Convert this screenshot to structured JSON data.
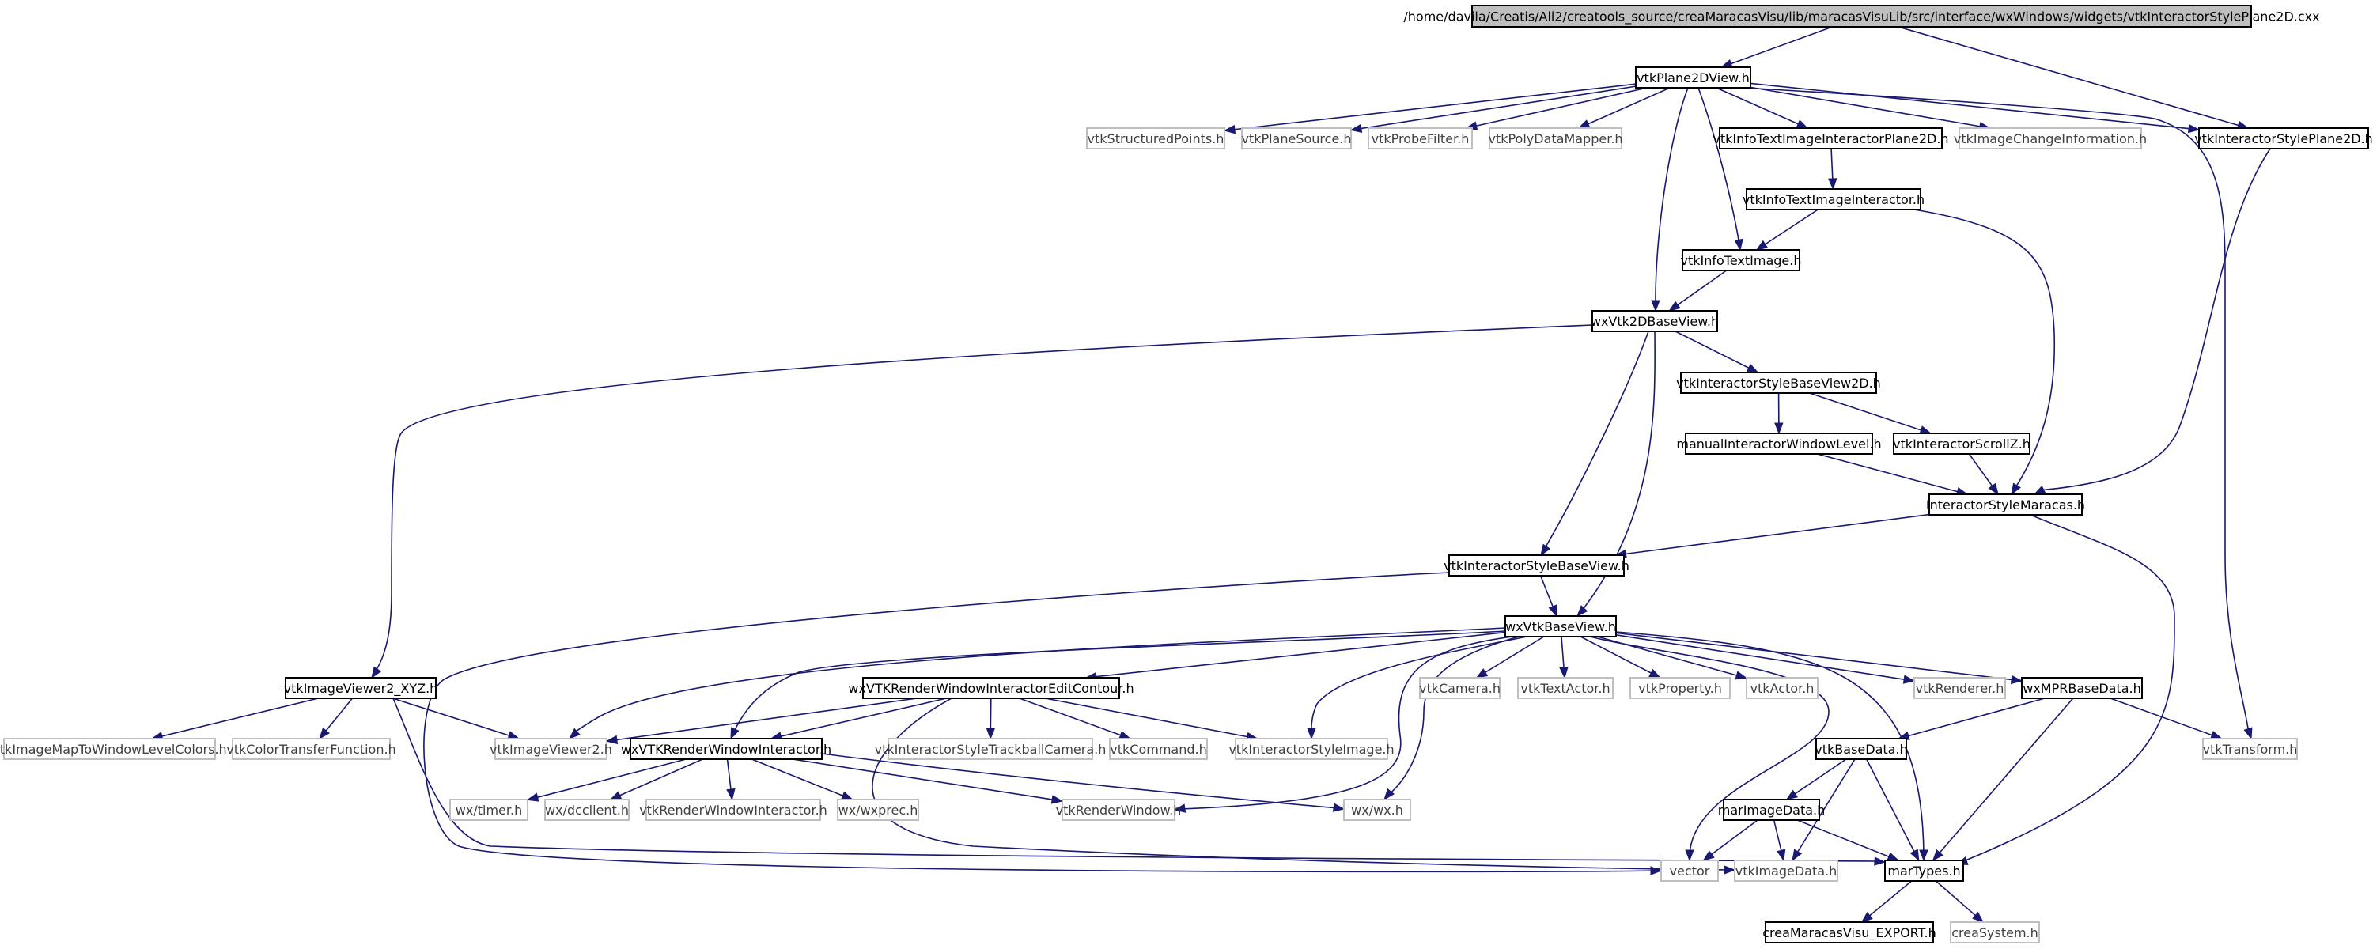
{
  "colors": {
    "edge": "#191970",
    "node_border": "#000000",
    "external_border": "#bfbfbf",
    "external_text": "#404040",
    "root_fill": "#bfbfbf",
    "node_fill": "#ffffff"
  },
  "nodes": [
    {
      "id": "root",
      "label": "/home/davila/Creatis/All2/creatools_source/creaMaracasVisu/lib/maracasVisuLib/src/interface/wxWindows/widgets/vtkInteractorStylePlane2D.cxx",
      "kind": "root"
    },
    {
      "id": "vtkPlane2DView",
      "label": "vtkPlane2DView.h",
      "kind": "internal"
    },
    {
      "id": "vtkStructuredPoints",
      "label": "vtkStructuredPoints.h",
      "kind": "external"
    },
    {
      "id": "vtkPlaneSource",
      "label": "vtkPlaneSource.h",
      "kind": "external"
    },
    {
      "id": "vtkProbeFilter",
      "label": "vtkProbeFilter.h",
      "kind": "external"
    },
    {
      "id": "vtkPolyDataMapper",
      "label": "vtkPolyDataMapper.h",
      "kind": "external"
    },
    {
      "id": "vtkInfoTextImageInteractorPlane2D",
      "label": "vtkInfoTextImageInteractorPlane2D.h",
      "kind": "internal"
    },
    {
      "id": "vtkImageChangeInformation",
      "label": "vtkImageChangeInformation.h",
      "kind": "external"
    },
    {
      "id": "vtkInteractorStylePlane2D",
      "label": "vtkInteractorStylePlane2D.h",
      "kind": "internal"
    },
    {
      "id": "vtkInfoTextImageInteractor",
      "label": "vtkInfoTextImageInteractor.h",
      "kind": "internal"
    },
    {
      "id": "vtkInfoTextImage",
      "label": "vtkInfoTextImage.h",
      "kind": "internal"
    },
    {
      "id": "wxVtk2DBaseView",
      "label": "wxVtk2DBaseView.h",
      "kind": "internal"
    },
    {
      "id": "vtkInteractorStyleBaseView2D",
      "label": "vtkInteractorStyleBaseView2D.h",
      "kind": "internal"
    },
    {
      "id": "manualInteractorWindowLevel",
      "label": "manualInteractorWindowLevel.h",
      "kind": "internal"
    },
    {
      "id": "vtkInteractorScrollZ",
      "label": "vtkInteractorScrollZ.h",
      "kind": "internal"
    },
    {
      "id": "InteractorStyleMaracas",
      "label": "InteractorStyleMaracas.h",
      "kind": "internal"
    },
    {
      "id": "vtkInteractorStyleBaseView",
      "label": "vtkInteractorStyleBaseView.h",
      "kind": "internal"
    },
    {
      "id": "wxVtkBaseView",
      "label": "wxVtkBaseView.h",
      "kind": "internal"
    },
    {
      "id": "vtkImageViewer2_XYZ",
      "label": "vtkImageViewer2_XYZ.h",
      "kind": "internal"
    },
    {
      "id": "wxVTKRenderWindowInteractorEditContour",
      "label": "wxVTKRenderWindowInteractorEditContour.h",
      "kind": "internal"
    },
    {
      "id": "vtkCamera",
      "label": "vtkCamera.h",
      "kind": "external"
    },
    {
      "id": "vtkTextActor",
      "label": "vtkTextActor.h",
      "kind": "external"
    },
    {
      "id": "vtkProperty",
      "label": "vtkProperty.h",
      "kind": "external"
    },
    {
      "id": "vtkActor",
      "label": "vtkActor.h",
      "kind": "external"
    },
    {
      "id": "vtkRenderer",
      "label": "vtkRenderer.h",
      "kind": "external"
    },
    {
      "id": "wxMPRBaseData",
      "label": "wxMPRBaseData.h",
      "kind": "internal"
    },
    {
      "id": "vtkImageMapToWindowLevelColors",
      "label": "vtkImageMapToWindowLevelColors.h",
      "kind": "external"
    },
    {
      "id": "vtkColorTransferFunction",
      "label": "vtkColorTransferFunction.h",
      "kind": "external"
    },
    {
      "id": "vtkImageViewer2",
      "label": "vtkImageViewer2.h",
      "kind": "external"
    },
    {
      "id": "wxVTKRenderWindowInteractor",
      "label": "wxVTKRenderWindowInteractor.h",
      "kind": "internal"
    },
    {
      "id": "vtkInteractorStyleTrackballCamera",
      "label": "vtkInteractorStyleTrackballCamera.h",
      "kind": "external"
    },
    {
      "id": "vtkCommand",
      "label": "vtkCommand.h",
      "kind": "external"
    },
    {
      "id": "vtkInteractorStyleImage",
      "label": "vtkInteractorStyleImage.h",
      "kind": "external"
    },
    {
      "id": "vtkBaseData",
      "label": "vtkBaseData.h",
      "kind": "internal"
    },
    {
      "id": "vtkTransform",
      "label": "vtkTransform.h",
      "kind": "external"
    },
    {
      "id": "wx_timer",
      "label": "wx/timer.h",
      "kind": "external"
    },
    {
      "id": "wx_dcclient",
      "label": "wx/dcclient.h",
      "kind": "external"
    },
    {
      "id": "vtkRenderWindowInteractor",
      "label": "vtkRenderWindowInteractor.h",
      "kind": "external"
    },
    {
      "id": "wx_wxprec",
      "label": "wx/wxprec.h",
      "kind": "external"
    },
    {
      "id": "vtkRenderWindow",
      "label": "vtkRenderWindow.h",
      "kind": "external"
    },
    {
      "id": "wx_wx",
      "label": "wx/wx.h",
      "kind": "external"
    },
    {
      "id": "marImageData",
      "label": "marImageData.h",
      "kind": "internal"
    },
    {
      "id": "vector",
      "label": "vector",
      "kind": "external"
    },
    {
      "id": "vtkImageData",
      "label": "vtkImageData.h",
      "kind": "external"
    },
    {
      "id": "marTypes",
      "label": "marTypes.h",
      "kind": "internal"
    },
    {
      "id": "creaMaracasVisu_EXPORT",
      "label": "creaMaracasVisu_EXPORT.h",
      "kind": "internal"
    },
    {
      "id": "creaSystem",
      "label": "creaSystem.h",
      "kind": "external"
    }
  ],
  "edges": [
    [
      "root",
      "vtkPlane2DView"
    ],
    [
      "root",
      "vtkInteractorStylePlane2D"
    ],
    [
      "vtkPlane2DView",
      "vtkStructuredPoints"
    ],
    [
      "vtkPlane2DView",
      "vtkPlaneSource"
    ],
    [
      "vtkPlane2DView",
      "vtkProbeFilter"
    ],
    [
      "vtkPlane2DView",
      "vtkPolyDataMapper"
    ],
    [
      "vtkPlane2DView",
      "vtkInfoTextImageInteractorPlane2D"
    ],
    [
      "vtkPlane2DView",
      "vtkImageChangeInformation"
    ],
    [
      "vtkPlane2DView",
      "vtkInteractorStylePlane2D"
    ],
    [
      "vtkPlane2DView",
      "vtkTransform"
    ],
    [
      "vtkPlane2DView",
      "vtkInfoTextImage"
    ],
    [
      "vtkPlane2DView",
      "wxVtk2DBaseView"
    ],
    [
      "vtkInfoTextImageInteractorPlane2D",
      "vtkInfoTextImageInteractor"
    ],
    [
      "vtkInfoTextImageInteractor",
      "vtkInfoTextImage"
    ],
    [
      "vtkInfoTextImageInteractor",
      "InteractorStyleMaracas"
    ],
    [
      "vtkInteractorStylePlane2D",
      "InteractorStyleMaracas"
    ],
    [
      "vtkInfoTextImage",
      "wxVtk2DBaseView"
    ],
    [
      "wxVtk2DBaseView",
      "vtkImageViewer2_XYZ"
    ],
    [
      "wxVtk2DBaseView",
      "vtkInteractorStyleBaseView2D"
    ],
    [
      "wxVtk2DBaseView",
      "vtkInteractorStyleBaseView"
    ],
    [
      "wxVtk2DBaseView",
      "wxVtkBaseView"
    ],
    [
      "vtkInteractorStyleBaseView2D",
      "manualInteractorWindowLevel"
    ],
    [
      "vtkInteractorStyleBaseView2D",
      "vtkInteractorScrollZ"
    ],
    [
      "manualInteractorWindowLevel",
      "InteractorStyleMaracas"
    ],
    [
      "vtkInteractorScrollZ",
      "InteractorStyleMaracas"
    ],
    [
      "InteractorStyleMaracas",
      "vtkInteractorStyleBaseView"
    ],
    [
      "InteractorStyleMaracas",
      "marTypes"
    ],
    [
      "vtkInteractorStyleBaseView",
      "wxVtkBaseView"
    ],
    [
      "vtkInteractorStyleBaseView",
      "vector"
    ],
    [
      "wxVtkBaseView",
      "vtkImageViewer2"
    ],
    [
      "wxVtkBaseView",
      "wxVTKRenderWindowInteractorEditContour"
    ],
    [
      "wxVtkBaseView",
      "wxVTKRenderWindowInteractor"
    ],
    [
      "wxVtkBaseView",
      "vtkInteractorStyleImage"
    ],
    [
      "wxVtkBaseView",
      "vtkCamera"
    ],
    [
      "wxVtkBaseView",
      "vtkTextActor"
    ],
    [
      "wxVtkBaseView",
      "vtkProperty"
    ],
    [
      "wxVtkBaseView",
      "vtkActor"
    ],
    [
      "wxVtkBaseView",
      "vtkRenderer"
    ],
    [
      "wxVtkBaseView",
      "wxMPRBaseData"
    ],
    [
      "wxVtkBaseView",
      "vtkRenderWindow"
    ],
    [
      "wxVtkBaseView",
      "wx_wx"
    ],
    [
      "wxVtkBaseView",
      "vector"
    ],
    [
      "wxVtkBaseView",
      "marTypes"
    ],
    [
      "vtkImageViewer2_XYZ",
      "vtkImageMapToWindowLevelColors"
    ],
    [
      "vtkImageViewer2_XYZ",
      "vtkColorTransferFunction"
    ],
    [
      "vtkImageViewer2_XYZ",
      "vtkImageViewer2"
    ],
    [
      "vtkImageViewer2_XYZ",
      "marTypes"
    ],
    [
      "wxVTKRenderWindowInteractorEditContour",
      "vtkImageViewer2"
    ],
    [
      "wxVTKRenderWindowInteractorEditContour",
      "wxVTKRenderWindowInteractor"
    ],
    [
      "wxVTKRenderWindowInteractorEditContour",
      "vtkInteractorStyleTrackballCamera"
    ],
    [
      "wxVTKRenderWindowInteractorEditContour",
      "vtkCommand"
    ],
    [
      "wxVTKRenderWindowInteractorEditContour",
      "vtkInteractorStyleImage"
    ],
    [
      "wxVTKRenderWindowInteractorEditContour",
      "vtkImageData"
    ],
    [
      "wxVTKRenderWindowInteractor",
      "wx_timer"
    ],
    [
      "wxVTKRenderWindowInteractor",
      "wx_dcclient"
    ],
    [
      "wxVTKRenderWindowInteractor",
      "vtkRenderWindowInteractor"
    ],
    [
      "wxVTKRenderWindowInteractor",
      "wx_wxprec"
    ],
    [
      "wxVTKRenderWindowInteractor",
      "vtkRenderWindow"
    ],
    [
      "wxVTKRenderWindowInteractor",
      "wx_wx"
    ],
    [
      "wxMPRBaseData",
      "vtkBaseData"
    ],
    [
      "wxMPRBaseData",
      "vtkTransform"
    ],
    [
      "wxMPRBaseData",
      "marTypes"
    ],
    [
      "vtkBaseData",
      "marImageData"
    ],
    [
      "vtkBaseData",
      "vtkImageData"
    ],
    [
      "vtkBaseData",
      "marTypes"
    ],
    [
      "marImageData",
      "vector"
    ],
    [
      "marImageData",
      "vtkImageData"
    ],
    [
      "marImageData",
      "marTypes"
    ],
    [
      "marTypes",
      "creaMaracasVisu_EXPORT"
    ],
    [
      "marTypes",
      "creaSystem"
    ]
  ]
}
